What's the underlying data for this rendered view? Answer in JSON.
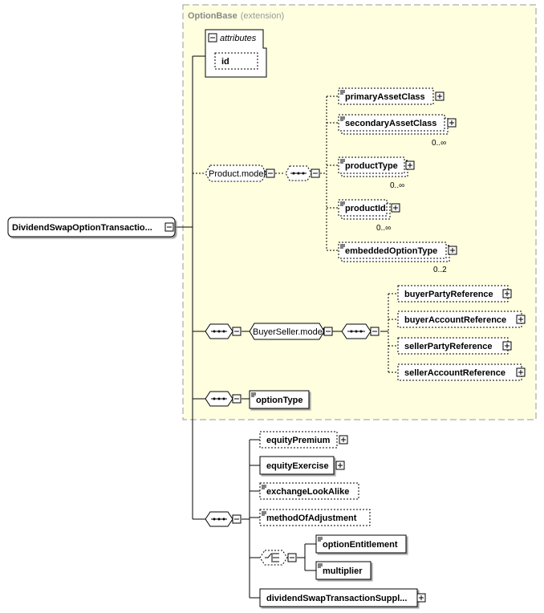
{
  "diagram": {
    "base_type": {
      "name": "OptionBase",
      "qualifier": "(extension)"
    },
    "root": "DividendSwapOptionTransactio...",
    "attributes": {
      "label": "attributes",
      "items": [
        "id"
      ]
    },
    "groups": {
      "product_model": "Product.model",
      "buyer_seller_model": "BuyerSeller.model"
    },
    "product_elements": [
      {
        "name": "primaryAssetClass",
        "cardinality": ""
      },
      {
        "name": "secondaryAssetClass",
        "cardinality": "0..∞"
      },
      {
        "name": "productType",
        "cardinality": "0..∞"
      },
      {
        "name": "productId",
        "cardinality": "0..∞"
      },
      {
        "name": "embeddedOptionType",
        "cardinality": "0..2"
      }
    ],
    "buyer_seller_elements": [
      "buyerPartyReference",
      "buyerAccountReference",
      "sellerPartyReference",
      "sellerAccountReference"
    ],
    "option_type": "optionType",
    "extension_elements": [
      "equityPremium",
      "equityExercise",
      "exchangeLookAlike",
      "methodOfAdjustment"
    ],
    "choice_elements": [
      "optionEntitlement",
      "multiplier"
    ],
    "last_element": "dividendSwapTransactionSuppl..."
  }
}
